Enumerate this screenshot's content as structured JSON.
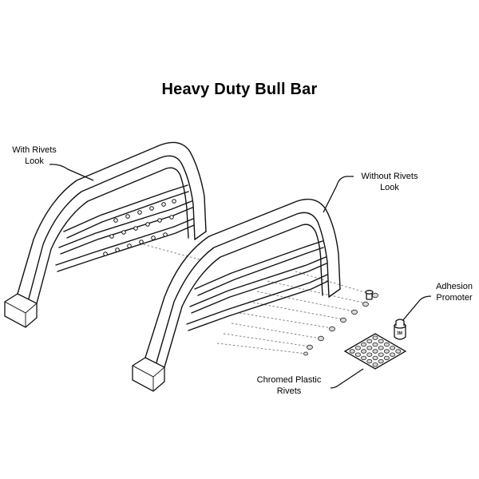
{
  "title": "Heavy Duty Bull Bar",
  "labels": {
    "with_rivets": [
      "With Rivets",
      "Look"
    ],
    "without_rivets": [
      "Without Rivets",
      "Look"
    ],
    "adhesion": [
      "Adhesion",
      "Promoter"
    ],
    "chromed": [
      "Chromed Plastic",
      "Rivets"
    ]
  },
  "colors": {
    "line": "#111111",
    "background": "#ffffff",
    "rivet_fill": "#d9d9d9"
  }
}
